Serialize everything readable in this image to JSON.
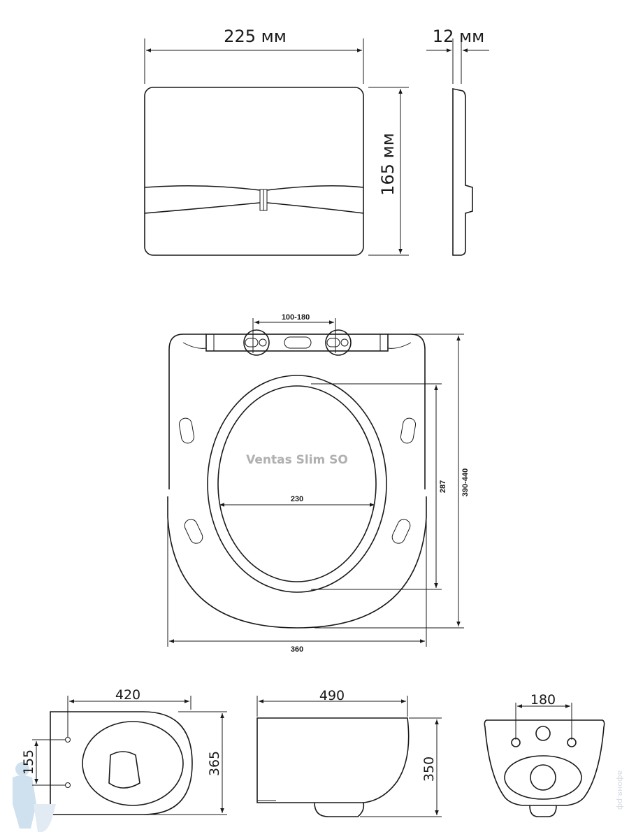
{
  "flush_plate": {
    "width_label": "225 мм",
    "depth_label": "12 мм",
    "height_label": "165 мм"
  },
  "seat": {
    "model_name": "Ventas Slim SO",
    "hinge_spacing": "100-180",
    "inner_width": "230",
    "inner_length": "287",
    "overall_length": "390-440",
    "overall_width": "360"
  },
  "bowl": {
    "top_length": "420",
    "top_width": "365",
    "mount_spacing": "155",
    "side_length": "490",
    "side_height": "350",
    "rear_mount_spacing": "180"
  },
  "watermark": {
    "site": "афоня.рф"
  },
  "colors": {
    "line": "#1a1a1a",
    "brand_text": "#b0b0b0",
    "watermark": "#cfe0ef"
  }
}
